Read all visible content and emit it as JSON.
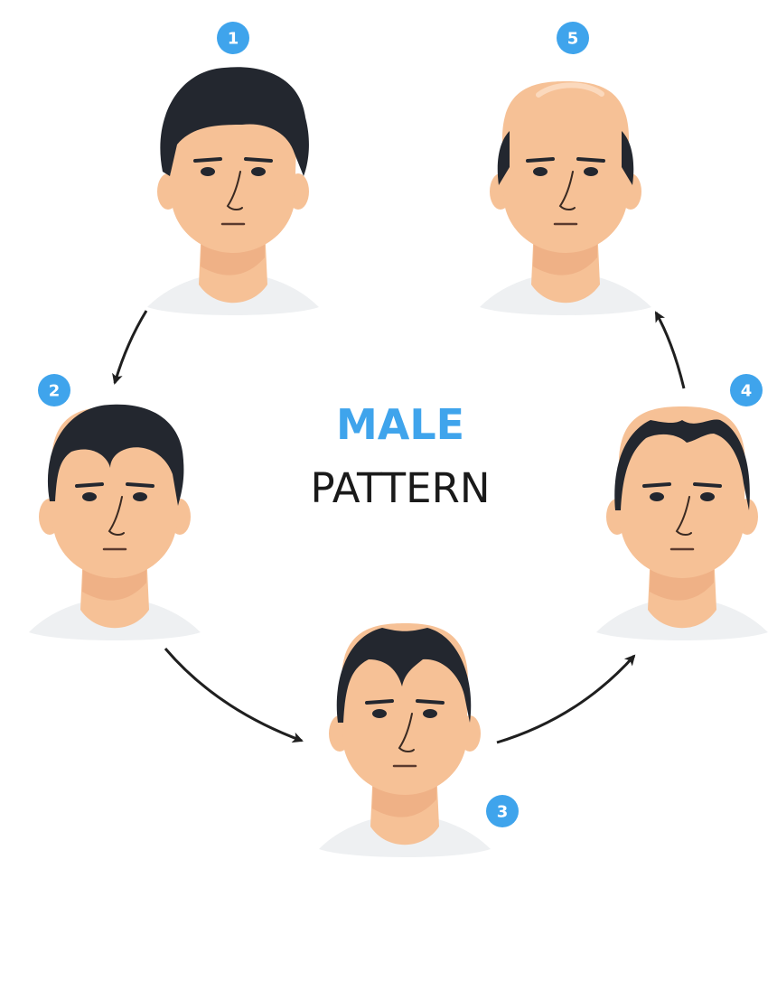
{
  "title": {
    "line1": "MALE",
    "line2": "PATTERN"
  },
  "colors": {
    "accent": "#3fa4ec",
    "hair": "#23272f",
    "skin": "#f6c196",
    "skin_shadow": "#eca97f",
    "collar": "#eef0f2",
    "arrow": "#1f1f1f"
  },
  "stages": [
    {
      "label": "1",
      "stage": 1
    },
    {
      "label": "2",
      "stage": 2
    },
    {
      "label": "3",
      "stage": 3
    },
    {
      "label": "4",
      "stage": 4
    },
    {
      "label": "5",
      "stage": 5
    }
  ]
}
